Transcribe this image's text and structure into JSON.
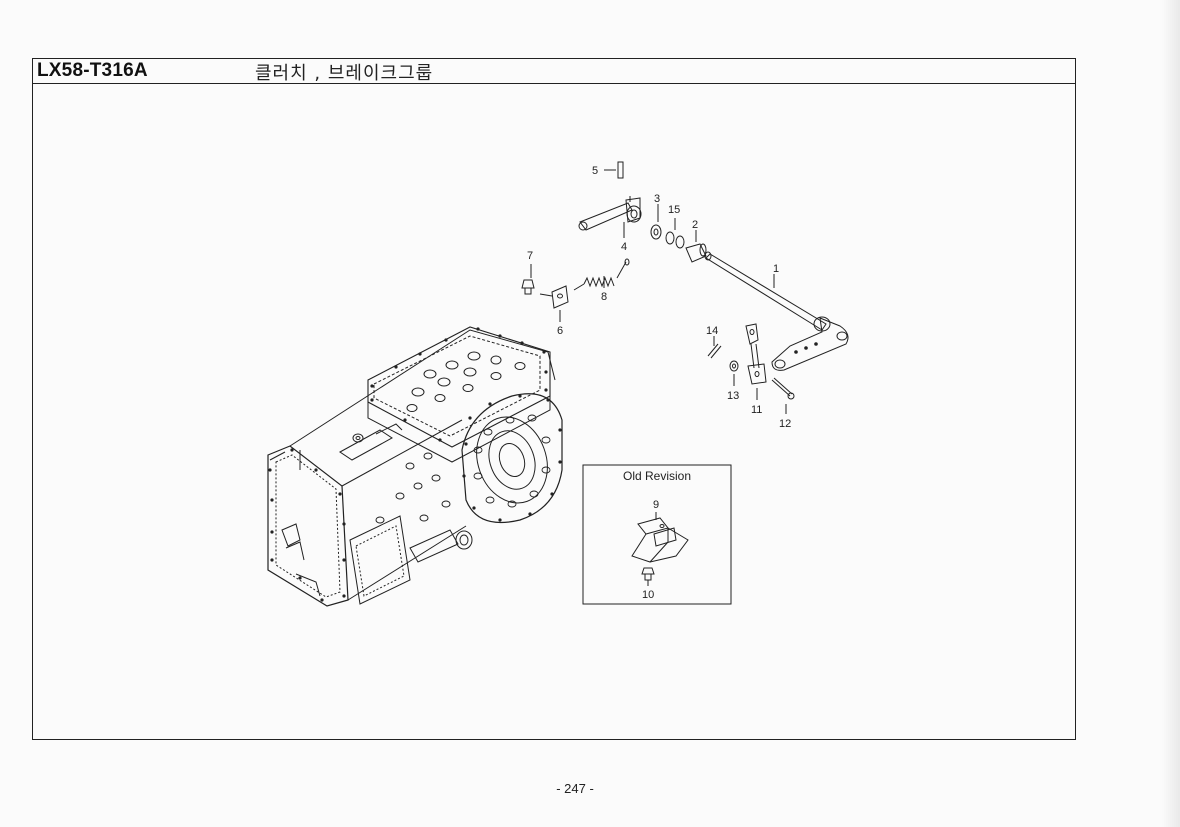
{
  "header": {
    "model_code": "LX58-T316A",
    "group_title": "클러치 , 브레이크그룹"
  },
  "inset": {
    "title": "Old Revision"
  },
  "callouts": {
    "c1": "1",
    "c2": "2",
    "c3": "3",
    "c4": "4",
    "c5": "5",
    "c6": "6",
    "c7": "7",
    "c8": "8",
    "c9": "9",
    "c10": "10",
    "c11": "11",
    "c12": "12",
    "c13": "13",
    "c14": "14",
    "c15": "15"
  },
  "footer": {
    "page_number": "- 247 -"
  }
}
